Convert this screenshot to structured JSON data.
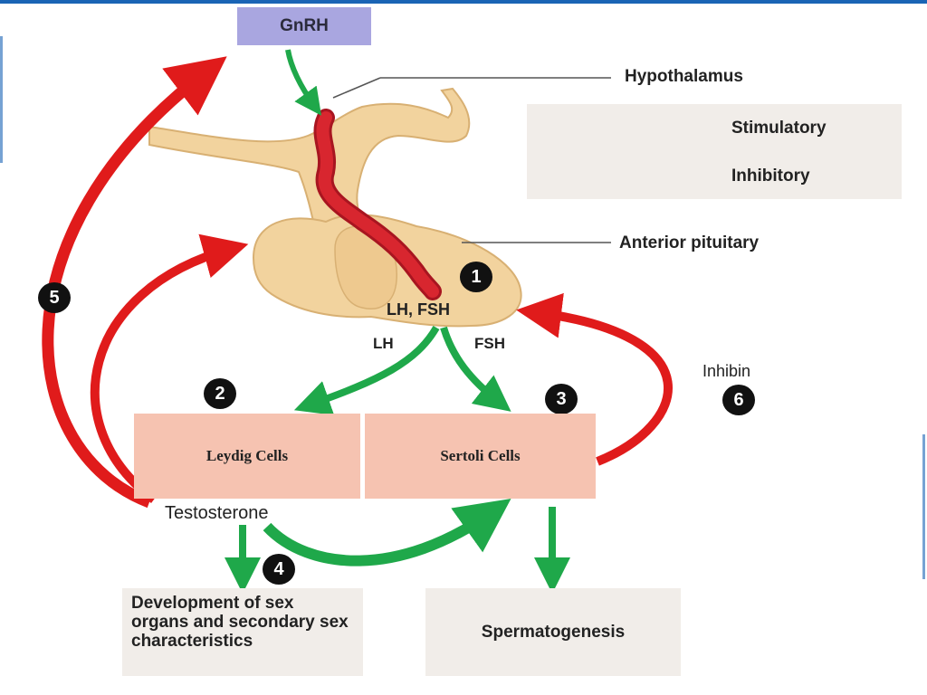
{
  "labels": {
    "gnrh": "GnRH",
    "hypothalamus": "Hypothalamus",
    "anterior_pituitary": "Anterior pituitary",
    "lh_fsh": "LH, FSH",
    "lh": "LH",
    "fsh": "FSH",
    "inhibin": "Inhibin",
    "testosterone": "Testosterone",
    "leydig": "Leydig Cells",
    "sertoli": "Sertoli Cells",
    "development": "Development of sex organs and secondary sex characteristics",
    "spermatogenesis": "Spermatogenesis"
  },
  "legend": {
    "stimulatory": "Stimulatory",
    "inhibitory": "Inhibitory"
  },
  "badges": [
    "1",
    "2",
    "3",
    "4",
    "5",
    "6"
  ],
  "colors": {
    "stimulatory": "#1fa84a",
    "inhibitory": "#e01b1b",
    "gland": "#f2d39e",
    "vessel": "#c8202a",
    "gnrh_box": "#a9a6e0",
    "cell_box": "#f6c3b1",
    "legend_box": "#f1ede9",
    "result_box": "#f1ede9"
  }
}
